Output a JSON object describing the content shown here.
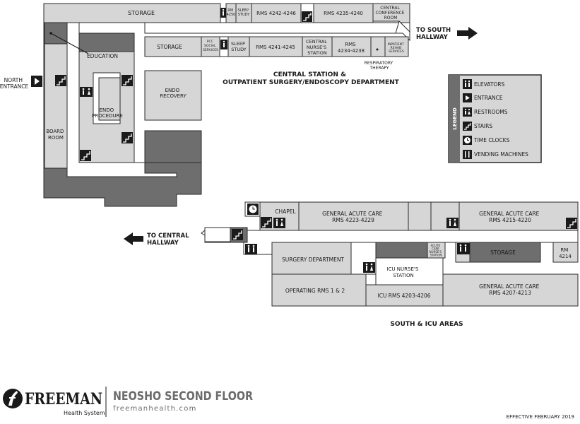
{
  "north_building": {
    "storage_top": "STORAGE",
    "rm_4250": [
      "RM",
      "4250"
    ],
    "sleep_study_small": [
      "SLEEP",
      "STUDY"
    ],
    "rms_4242_4246": "RMS 4242-4246",
    "rms_4235_4240": "RMS 4235-4240",
    "central_conference": [
      "CENTRAL",
      "CONFERENCE",
      "ROOM"
    ],
    "storage_mid": "STORAGE",
    "pcc_social": [
      "PCC",
      "SOCIAL",
      "SERVICES"
    ],
    "sleep_study": [
      "SLEEP",
      "STUDY"
    ],
    "rms_4241_4245": "RMS 4241-4245",
    "central_nurses": [
      "CENTRAL",
      "NURSE'S",
      "STATION"
    ],
    "rms_4234_4238": [
      "RMS",
      "4234-4238"
    ],
    "inpatient_rehab": [
      "INPATIENT",
      "REHAB",
      "SERVICES"
    ],
    "respiratory_therapy": [
      "RESPIRATORY",
      "THERAPY"
    ],
    "education": "EDUCATION",
    "endo_procedure": [
      "ENDO",
      "PROCEDURE"
    ],
    "endo_recovery": [
      "ENDO",
      "RECOVERY"
    ],
    "board_room": [
      "BOARD",
      "ROOM"
    ],
    "north_entrance": [
      "NORTH",
      "ENTRANCE"
    ],
    "to_south_hallway": [
      "TO SOUTH",
      "HALLWAY"
    ],
    "section_title": [
      "CENTRAL STATION &",
      "OUTPATIENT SURGERY/ENDOSCOPY DEPARTMENT"
    ]
  },
  "legend": {
    "title": "LEGEND",
    "items": [
      {
        "icon": "elevator-icon",
        "label": "ELEVATORS"
      },
      {
        "icon": "entrance-icon",
        "label": "ENTRANCE"
      },
      {
        "icon": "restroom-icon",
        "label": "RESTROOMS"
      },
      {
        "icon": "stairs-icon",
        "label": "STAIRS"
      },
      {
        "icon": "time-clock-icon",
        "label": "TIME CLOCKS"
      },
      {
        "icon": "vending-icon",
        "label": "VENDING MACHINES"
      }
    ]
  },
  "south_building": {
    "chapel": "CHAPEL",
    "gac_4223_4229": [
      "GENERAL ACUTE CARE",
      "RMS 4223-4229"
    ],
    "gac_4215_4220": [
      "GENERAL ACUTE CARE",
      "RMS 4215-4220"
    ],
    "to_central_hallway": [
      "TO CENTRAL",
      "HALLWAY"
    ],
    "surgery_department": "SURGERY DEPARTMENT",
    "acute_care_nurses": [
      "ACUTE",
      "CARE",
      "NURSE'S",
      "STATION"
    ],
    "storage": "STORAGE",
    "rm_4214": [
      "RM",
      "4214"
    ],
    "icu_nurses": [
      "ICU NURSE'S",
      "STATION"
    ],
    "operating_rms": "OPERATING RMS 1 & 2",
    "icu_rms": "ICU RMS 4203-4206",
    "gac_4207_4213": [
      "GENERAL ACUTE CARE",
      "RMS 4207-4213"
    ],
    "section_title": "SOUTH & ICU AREAS"
  },
  "footer": {
    "brand": "FREEMAN",
    "brand_sub": "Health System",
    "floor_title": "NEOSHO SECOND FLOOR",
    "website": "freemanhealth.com",
    "effective": "EFFECTIVE FEBRUARY 2019"
  },
  "colors": {
    "room": "#d6d6d6",
    "dark_area": "#6e6e6e",
    "outline": "#2b2b2b",
    "brand_gray": "#6b6b6b"
  }
}
